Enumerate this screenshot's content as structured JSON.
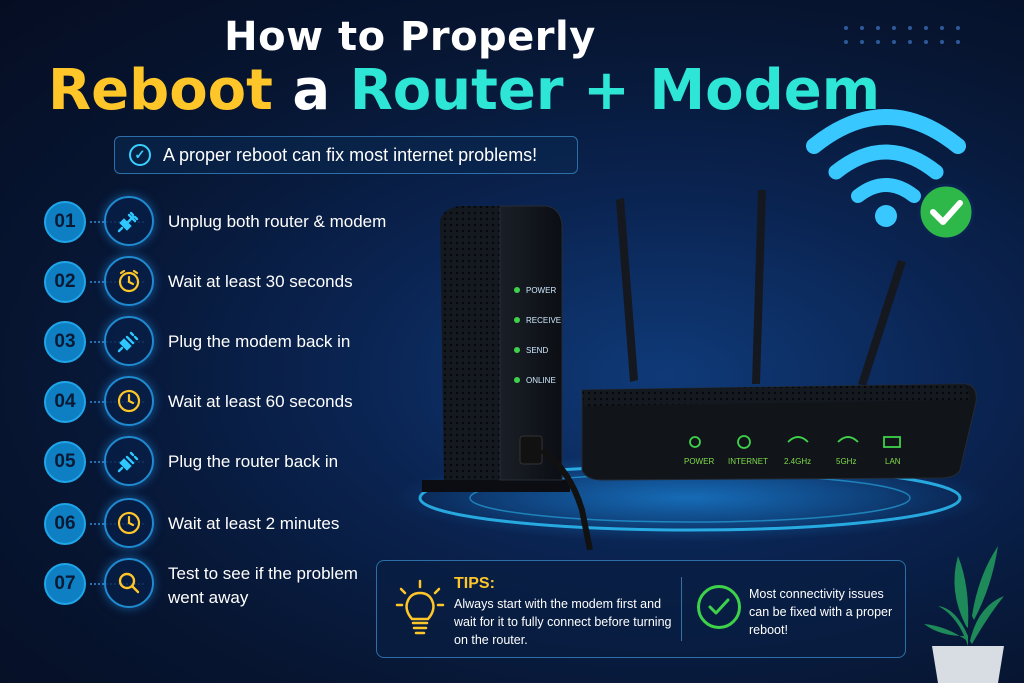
{
  "title": {
    "line1": "How to Properly",
    "word_reboot": "Reboot",
    "word_a": " a ",
    "word_router": "Router + Modem"
  },
  "subtitle": "A proper reboot can fix most internet problems!",
  "steps": [
    {
      "num": "01",
      "text": "Unplug both router & modem",
      "icon": "plug-icon"
    },
    {
      "num": "02",
      "text": "Wait at least 30 seconds",
      "icon": "timer-icon"
    },
    {
      "num": "03",
      "text": "Plug the modem back in",
      "icon": "plug-icon"
    },
    {
      "num": "04",
      "text": "Wait at least 60 seconds",
      "icon": "clock-icon"
    },
    {
      "num": "05",
      "text": "Plug the router back in",
      "icon": "plug-icon"
    },
    {
      "num": "06",
      "text": "Wait at least 2 minutes",
      "icon": "clock-icon"
    },
    {
      "num": "07",
      "text": "Test to see if the problem went away",
      "icon": "search-icon"
    }
  ],
  "modem_leds": [
    "POWER",
    "RECEIVE",
    "SEND",
    "ONLINE"
  ],
  "router_leds": [
    "POWER",
    "INTERNET",
    "2.4GHz",
    "5GHz",
    "LAN"
  ],
  "tips": {
    "title": "TIPS:",
    "text": "Always start with the modem first and wait for it to fully connect before turning on the router.",
    "note": "Most connectivity issues can be fixed with a proper reboot!"
  },
  "colors": {
    "accent_yellow": "#ffc629",
    "accent_cyan": "#2ee6d6",
    "led_green": "#3ed24a",
    "wifi_blue": "#38c8ff"
  }
}
